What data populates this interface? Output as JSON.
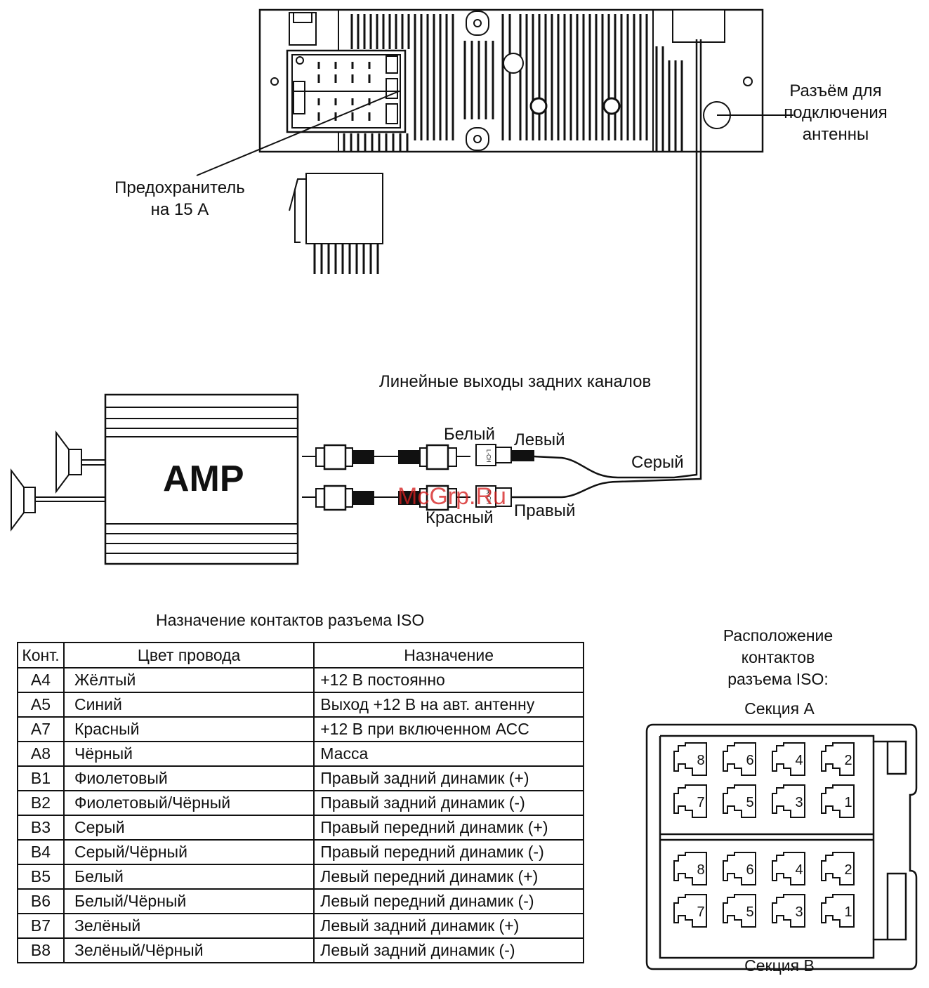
{
  "labels": {
    "antenna": [
      "Разъём для",
      "подключения",
      "антенны"
    ],
    "fuse": [
      "Предохранитель",
      "на 15 А"
    ],
    "line_outputs": "Линейные выходы задних каналов",
    "white": "Белый",
    "left": "Левый",
    "gray": "Серый",
    "red": "Красный",
    "right": "Правый",
    "amp": "AMP",
    "plug_left": "L-CH",
    "plug_right": "R-CH"
  },
  "watermark": "McGrp.Ru",
  "iso_table": {
    "title": "Назначение контактов разъема ISO",
    "headers": [
      "Конт.",
      "Цвет провода",
      "Назначение"
    ],
    "rows": [
      [
        "A4",
        "Жёлтый",
        "+12 В постоянно"
      ],
      [
        "A5",
        "Синий",
        "Выход +12 В на авт. антенну"
      ],
      [
        "A7",
        "Красный",
        "+12 В при включенном АСС"
      ],
      [
        "A8",
        "Чёрный",
        "Масса"
      ],
      [
        "B1",
        "Фиолетовый",
        "Правый задний динамик (+)"
      ],
      [
        "B2",
        "Фиолетовый/Чёрный",
        "Правый задний динамик (-)"
      ],
      [
        "B3",
        "Серый",
        "Правый передний динамик (+)"
      ],
      [
        "B4",
        "Серый/Чёрный",
        "Правый передний динамик (-)"
      ],
      [
        "B5",
        "Белый",
        "Левый передний динамик (+)"
      ],
      [
        "B6",
        "Белый/Чёрный",
        "Левый передний динамик (-)"
      ],
      [
        "B7",
        "Зелёный",
        "Левый задний динамик (+)"
      ],
      [
        "B8",
        "Зелёный/Чёрный",
        "Левый задний динамик (-)"
      ]
    ]
  },
  "pinout": {
    "title": [
      "Расположение",
      "контактов",
      "разъема ISO:"
    ],
    "section_a": "Секция А",
    "section_b": "Секция В",
    "pins_top_row": [
      "8",
      "6",
      "4",
      "2"
    ],
    "pins_bottom_row": [
      "7",
      "5",
      "3",
      "1"
    ]
  }
}
